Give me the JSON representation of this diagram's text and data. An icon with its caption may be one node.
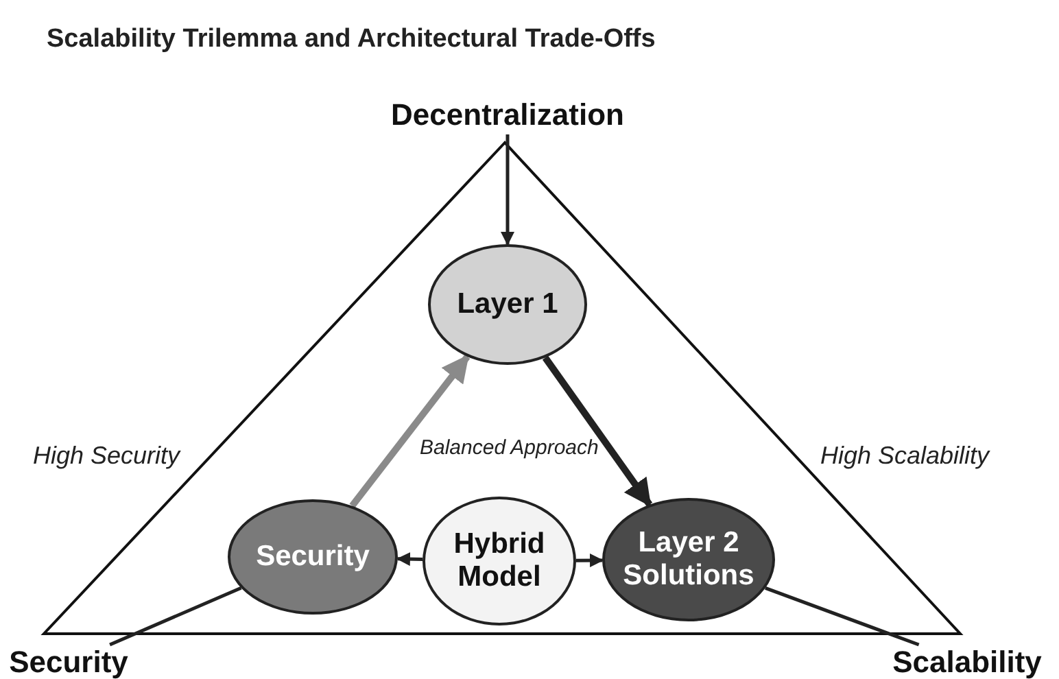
{
  "diagram": {
    "title": "Scalability Trilemma and Architectural Trade-Offs",
    "nodes": [
      {
        "text": [
          "Decentralization"
        ]
      },
      {
        "text": [
          "Layer 1"
        ]
      },
      {
        "text": [
          "Security"
        ]
      },
      {
        "text": [
          "Hybrid Model"
        ]
      },
      {
        "text": [
          "Layer 2 Solutions"
        ]
      },
      {
        "text": [
          "Security"
        ]
      },
      {
        "text": [
          "Scalability"
        ]
      }
    ],
    "edges": [
      {
        "from": 0,
        "to": 1,
        "arrow": "to"
      },
      {
        "from": 2,
        "to": 1,
        "arrow": "to",
        "style": "thick",
        "color": "#8a8a8a"
      },
      {
        "from": 1,
        "to": 4,
        "arrow": "to",
        "style": "thick"
      },
      {
        "from": 3,
        "to": 2,
        "arrow": "to"
      },
      {
        "from": 3,
        "to": 4,
        "arrow": "to"
      },
      {
        "from": 2,
        "to": 5,
        "arrow": "none"
      },
      {
        "from": 4,
        "to": 6,
        "arrow": "none"
      }
    ],
    "labels": [
      "High Security",
      "Balanced Approach",
      "High Scalability"
    ]
  }
}
